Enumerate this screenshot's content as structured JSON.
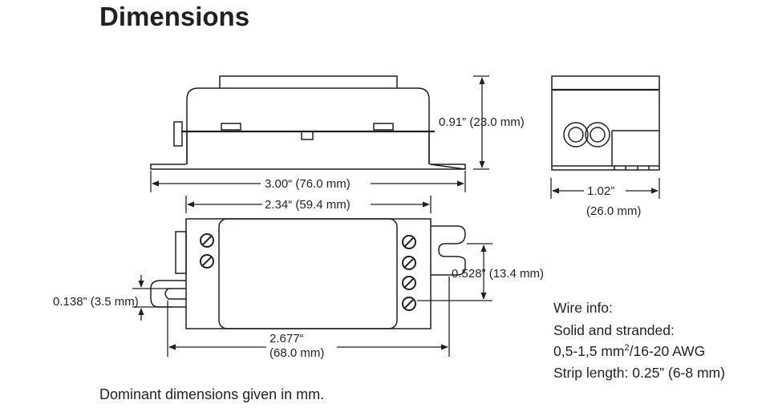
{
  "title": "Dimensions",
  "dimensions": {
    "height_side": "0.91” (23.0 mm)",
    "overall_length": "3.00“ (76.0 mm)",
    "body_length": "2.34“ (59.4 mm)",
    "end_width_in": "1.02”",
    "end_width_mm": "(26.0 mm)",
    "tab_spacing": "0.528” (13.4 mm)",
    "slot_width": "0.138” (3.5 mm)",
    "hole_spacing_in": "2.677“",
    "hole_spacing_mm": "(68.0 mm)"
  },
  "wire_info": {
    "heading": "Wire info:",
    "line1": "Solid and stranded:",
    "line2_prefix": "0,5-1,5 mm",
    "line2_sup": "2",
    "line2_suffix": "/16-20 AWG",
    "line3": "Strip length: 0.25” (6-8 mm)"
  },
  "note": "Dominant dimensions given in mm."
}
